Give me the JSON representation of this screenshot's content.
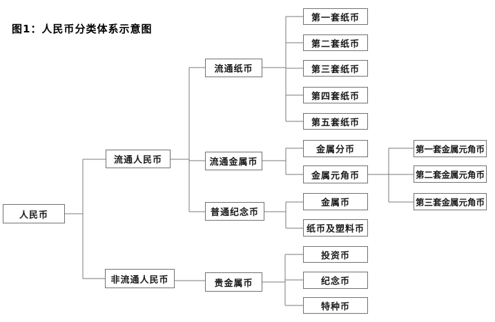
{
  "title": "图1：人民币分类体系示意图",
  "colors": {
    "background": "#ffffff",
    "line": "#7a7a7a",
    "box_border": "#6e6e6e",
    "text": "#1a1a1a"
  },
  "tree": {
    "label": "人民币",
    "children": [
      {
        "label": "流通人民币",
        "children": [
          {
            "label": "流通纸币",
            "children": [
              {
                "label": "第一套纸币"
              },
              {
                "label": "第二套纸币"
              },
              {
                "label": "第三套纸币"
              },
              {
                "label": "第四套纸币"
              },
              {
                "label": "第五套纸币"
              }
            ]
          },
          {
            "label": "流通金属币",
            "children": [
              {
                "label": "金属分币"
              },
              {
                "label": "金属元角币",
                "children": [
                  {
                    "label": "第一套金属元角币"
                  },
                  {
                    "label": "第二套金属元角币"
                  },
                  {
                    "label": "第三套金属元角币"
                  }
                ]
              }
            ]
          },
          {
            "label": "普通纪念币",
            "children": [
              {
                "label": "金属币"
              },
              {
                "label": "纸币及塑料币"
              }
            ]
          }
        ]
      },
      {
        "label": "非流通人民币",
        "children": [
          {
            "label": "贵金属币",
            "children": [
              {
                "label": "投资币"
              },
              {
                "label": "纪念币"
              },
              {
                "label": "特种币"
              }
            ]
          }
        ]
      }
    ]
  }
}
